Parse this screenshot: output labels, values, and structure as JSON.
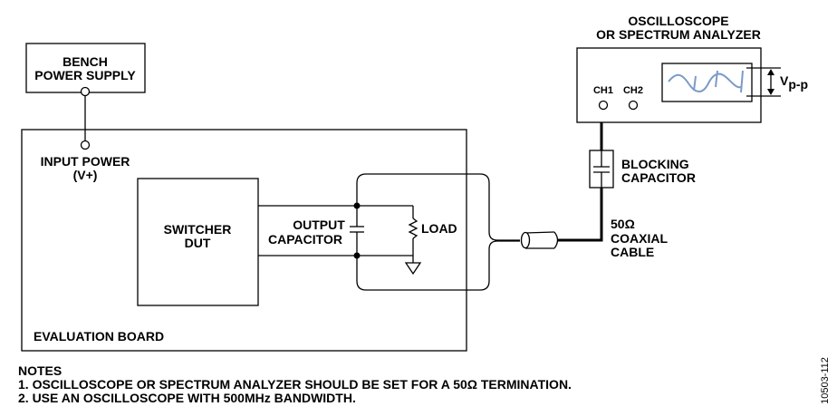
{
  "bench_supply": {
    "line1": "BENCH",
    "line2": "POWER SUPPLY"
  },
  "input_power": {
    "line1": "INPUT POWER",
    "line2": "(V+)"
  },
  "switcher": {
    "line1": "SWITCHER",
    "line2": "DUT"
  },
  "output_cap": {
    "line1": "OUTPUT",
    "line2": "CAPACITOR"
  },
  "load_label": "LOAD",
  "eval_board_label": "EVALUATION BOARD",
  "scope": {
    "line1": "OSCILLOSCOPE",
    "line2": "OR SPECTRUM ANALYZER",
    "ch1": "CH1",
    "ch2": "CH2",
    "vpp": "V",
    "vpp_sub": "p-p"
  },
  "blocking_cap": {
    "line1": "BLOCKING",
    "line2": "CAPACITOR"
  },
  "coax": {
    "line1": "50Ω",
    "line2": "COAXIAL",
    "line3": "CABLE"
  },
  "notes": {
    "title": "NOTES",
    "items": [
      "1. OSCILLOSCOPE OR SPECTRUM ANALYZER SHOULD BE SET FOR A 50Ω TERMINATION.",
      "2. USE AN OSCILLOSCOPE WITH 500MHz BANDWIDTH."
    ]
  },
  "figure_id": "10503-112"
}
